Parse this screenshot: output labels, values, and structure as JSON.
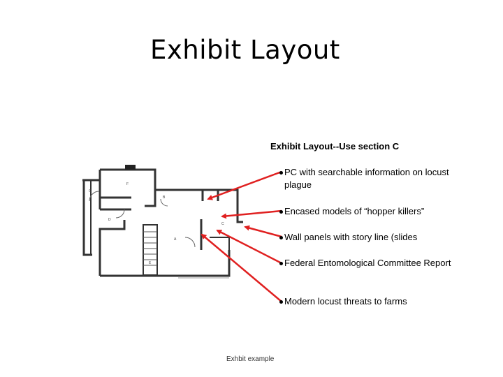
{
  "slide": {
    "title": "Exhibit Layout",
    "caption": "Exhbit example"
  },
  "panel": {
    "heading": "Exhibit Layout--Use section C",
    "bullets": [
      "PC with searchable information on locust plague",
      "Encased models of “hopper killers”",
      "Wall panels with story line (slides",
      "Federal Entomological Committee Report",
      "Modern locust threats to farms"
    ]
  },
  "floorplan": {
    "room_labels": [
      "G",
      "F",
      "B",
      "C",
      "D",
      "A",
      "E"
    ],
    "arrow_color": "#e02020"
  }
}
